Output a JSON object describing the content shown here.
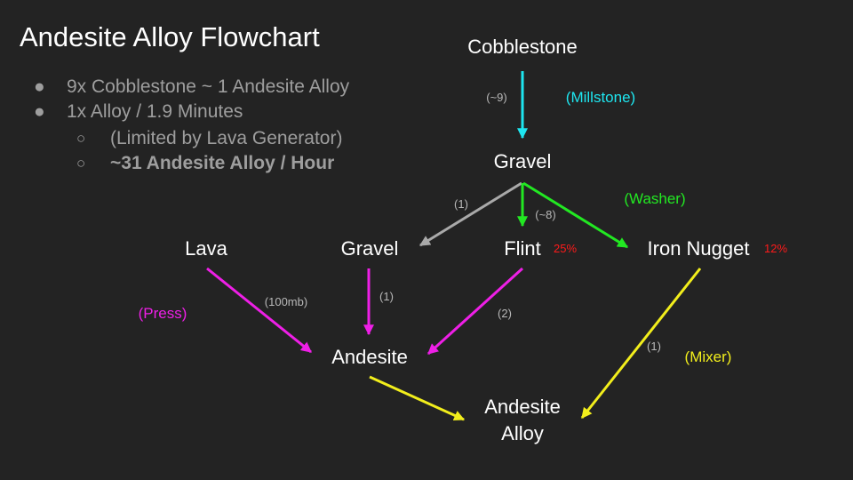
{
  "title": "Andesite Alloy Flowchart",
  "bullets": [
    {
      "marker": "●",
      "text": "9x Cobblestone ~ 1 Andesite Alloy"
    },
    {
      "marker": "●",
      "text": "1x Alloy / 1.9 Minutes"
    },
    {
      "marker": "○",
      "text": "(Limited by Lava Generator)"
    },
    {
      "marker": "○",
      "text": "~31 Andesite Alloy / Hour"
    }
  ],
  "nodes": {
    "cobblestone": "Cobblestone",
    "gravel_top": "Gravel",
    "lava": "Lava",
    "gravel": "Gravel",
    "flint": "Flint",
    "iron_nugget": "Iron Nugget",
    "andesite": "Andesite",
    "alloy_line1": "Andesite",
    "alloy_line2": "Alloy"
  },
  "labels": {
    "cobble_gravel": "(~9)",
    "gravel_gravel": "(1)",
    "gravel_flint": "(~8)",
    "lava_andesite": "(100mb)",
    "gravel_andesite": "(1)",
    "flint_andesite": "(2)",
    "nugget_alloy": "(1)"
  },
  "processes": {
    "millstone": "(Millstone)",
    "washer": "(Washer)",
    "press": "(Press)",
    "mixer": "(Mixer)"
  },
  "chances": {
    "flint": "25%",
    "iron_nugget": "12%"
  },
  "colors": {
    "background": "#232323",
    "millstone": "#1ee6f0",
    "washer": "#22e822",
    "gray_arrow": "#a9a9a9",
    "press": "#ee1fe6",
    "mixer": "#f2ee1c",
    "chance": "#ff1a1a"
  }
}
